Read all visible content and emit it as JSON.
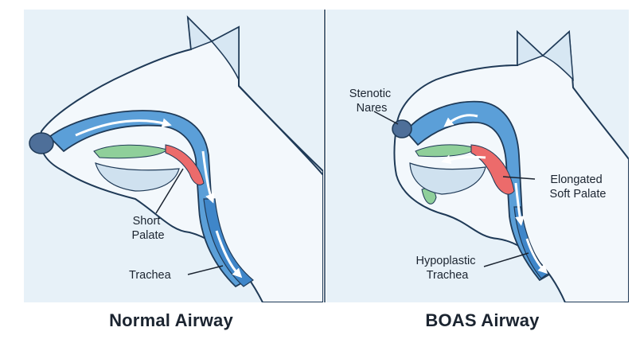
{
  "panels": [
    {
      "title": "Normal Airway",
      "labels": {
        "palate": [
          "Short",
          "Palate"
        ],
        "trachea": [
          "Trachea"
        ]
      }
    },
    {
      "title": "BOAS Airway",
      "labels": {
        "nares": [
          "Stenotic",
          "Nares"
        ],
        "palate": [
          "Elongated",
          "Soft Palate"
        ],
        "trachea": [
          "Hypoplastic",
          "Trachea"
        ]
      }
    }
  ],
  "colors": {
    "skin": "#e9f2f9",
    "outline": "#1f3a57",
    "airway": "#5b9fd8",
    "airway_inner": "#3f86c9",
    "palate": "#ec6b6b",
    "tongue": "#8fcf9a",
    "nose": "#4e6f99",
    "panel_bg": "#e7f1f8"
  }
}
